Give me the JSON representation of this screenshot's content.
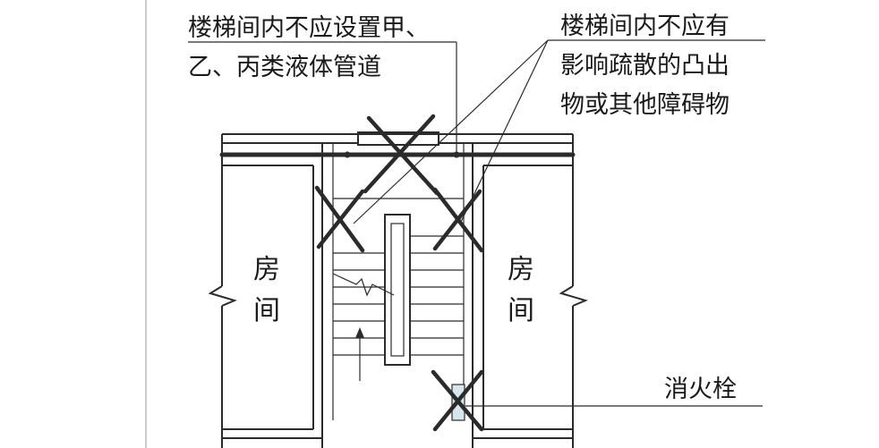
{
  "labels": {
    "no_pipes_line1": "楼梯间内不应设置甲、",
    "no_pipes_line2": "乙、丙类液体管道",
    "no_obstacles_line1": "楼梯间内不应有",
    "no_obstacles_line2": "影响疏散的凸出",
    "no_obstacles_line3": "物或其他障碍物",
    "room_left_1": "房",
    "room_left_2": "间",
    "room_right_1": "房",
    "room_right_2": "间",
    "hydrant": "消火栓"
  }
}
